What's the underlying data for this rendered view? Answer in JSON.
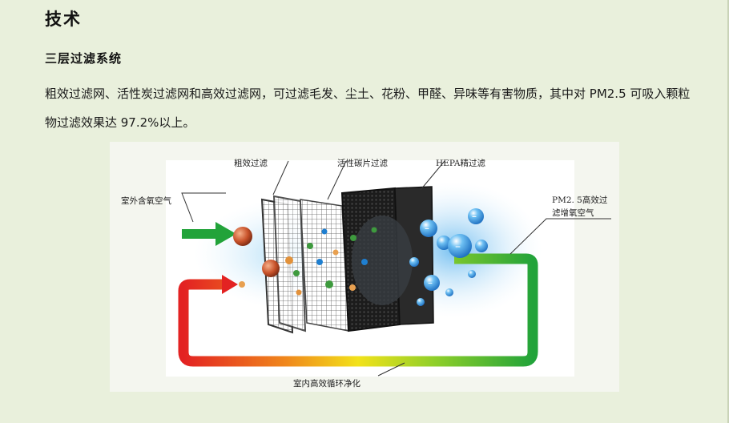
{
  "section": {
    "heading": "技术",
    "subheading": "三层过滤系统",
    "paragraph": "粗效过滤网、活性炭过滤网和高效过滤网，可过滤毛发、尘土、花粉、甲醛、异味等有害物质，其中对 PM2.5 可吸入颗粒物过滤效果达 97.2%以上。"
  },
  "figure": {
    "label_coarse": "粗效过滤",
    "label_carbon": "活性碳片过滤",
    "label_hepa": "HEPA精过滤",
    "label_outdoor_line1": "室外含氧空气",
    "label_pm_line1": "PM2. 5高效过",
    "label_pm_line2": "滤增氧空气",
    "label_indoor": "室内高效循环净化",
    "colors": {
      "arrow_green": "#22a33a",
      "arrow_red": "#e32222",
      "arrow_yellow": "#f2e21a",
      "glow_blue": "#7fc6ef"
    }
  }
}
